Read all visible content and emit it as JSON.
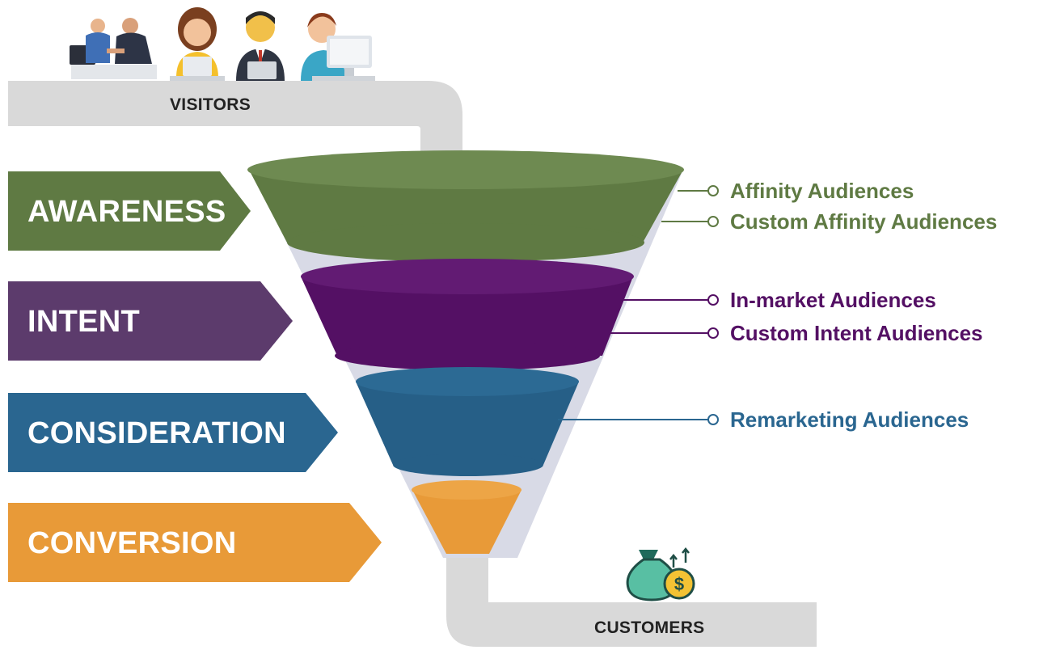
{
  "labels": {
    "visitors": "VISITORS",
    "customers": "CUSTOMERS"
  },
  "stages": [
    {
      "name": "AWARENESS",
      "color": "#5f7a43"
    },
    {
      "name": "INTENT",
      "color": "#5c3b6c"
    },
    {
      "name": "CONSIDERATION",
      "color": "#2a6690"
    },
    {
      "name": "CONVERSION",
      "color": "#e89a38"
    }
  ],
  "funnel_colors": {
    "awareness": "#5f7a43",
    "intent": "#541064",
    "consideration": "#265f87",
    "conversion": "#e89a38",
    "pipe": "#d9d9d9",
    "inner": "#d8dae6"
  },
  "audiences": {
    "awareness": [
      {
        "text": "Affinity Audiences",
        "color": "#5f7a43"
      },
      {
        "text": "Custom Affinity Audiences",
        "color": "#5f7a43"
      }
    ],
    "intent": [
      {
        "text": "In-market Audiences",
        "color": "#541064"
      },
      {
        "text": "Custom Intent Audiences",
        "color": "#541064"
      }
    ],
    "consideration": [
      {
        "text": "Remarketing Audiences",
        "color": "#2a6690"
      }
    ]
  },
  "icons": {
    "visitors": [
      "people-meeting-icon",
      "woman-laptop-icon",
      "man-laptop-icon",
      "man-computer-icon"
    ],
    "customers": "money-bag-coin-icon"
  }
}
